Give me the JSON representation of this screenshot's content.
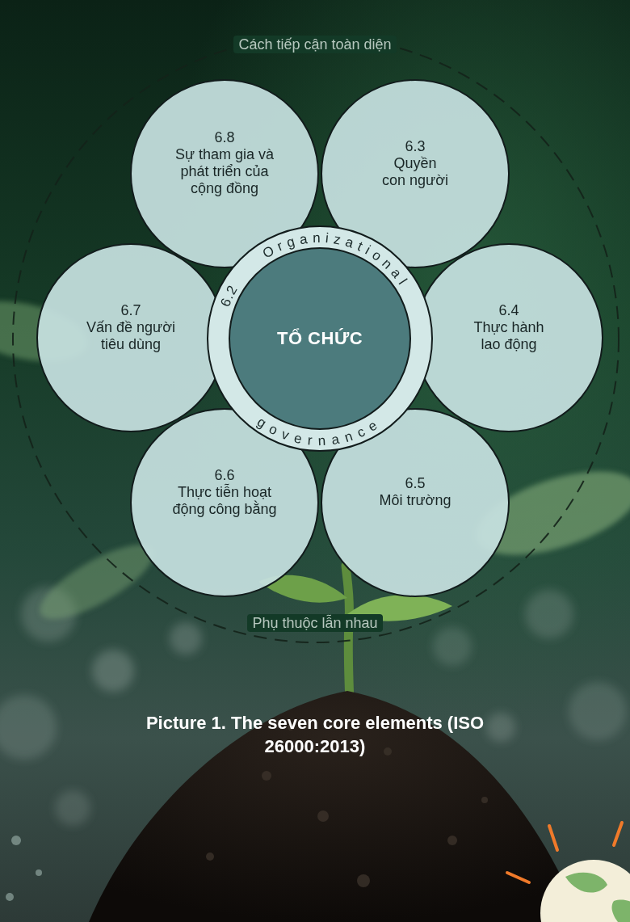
{
  "diagram": {
    "caption": "Picture 1. The seven core elements (ISO 26000:2013)",
    "nodes": [
      {
        "text": [
          "6.8",
          "Sự tham gia và phát triển của cộng đồng"
        ]
      },
      {
        "text": [
          "6.3",
          "Quyền con người"
        ]
      },
      {
        "text": [
          "6.7",
          "Vấn đề người tiêu dùng"
        ]
      },
      {
        "text": [
          "6.2",
          "Organizational",
          "governance"
        ]
      },
      {
        "text": [
          "TỔ CHỨC"
        ],
        "in": 3
      },
      {
        "text": [
          "6.4",
          "Thực hành lao động"
        ]
      },
      {
        "text": [
          "6.6",
          "Thực tiễn hoạt động công bằng"
        ]
      },
      {
        "text": [
          "6.5",
          "Môi trường"
        ]
      }
    ],
    "labels": [
      "Cách tiếp cận toàn diện",
      "Phụ thuộc lẫn nhau"
    ]
  }
}
